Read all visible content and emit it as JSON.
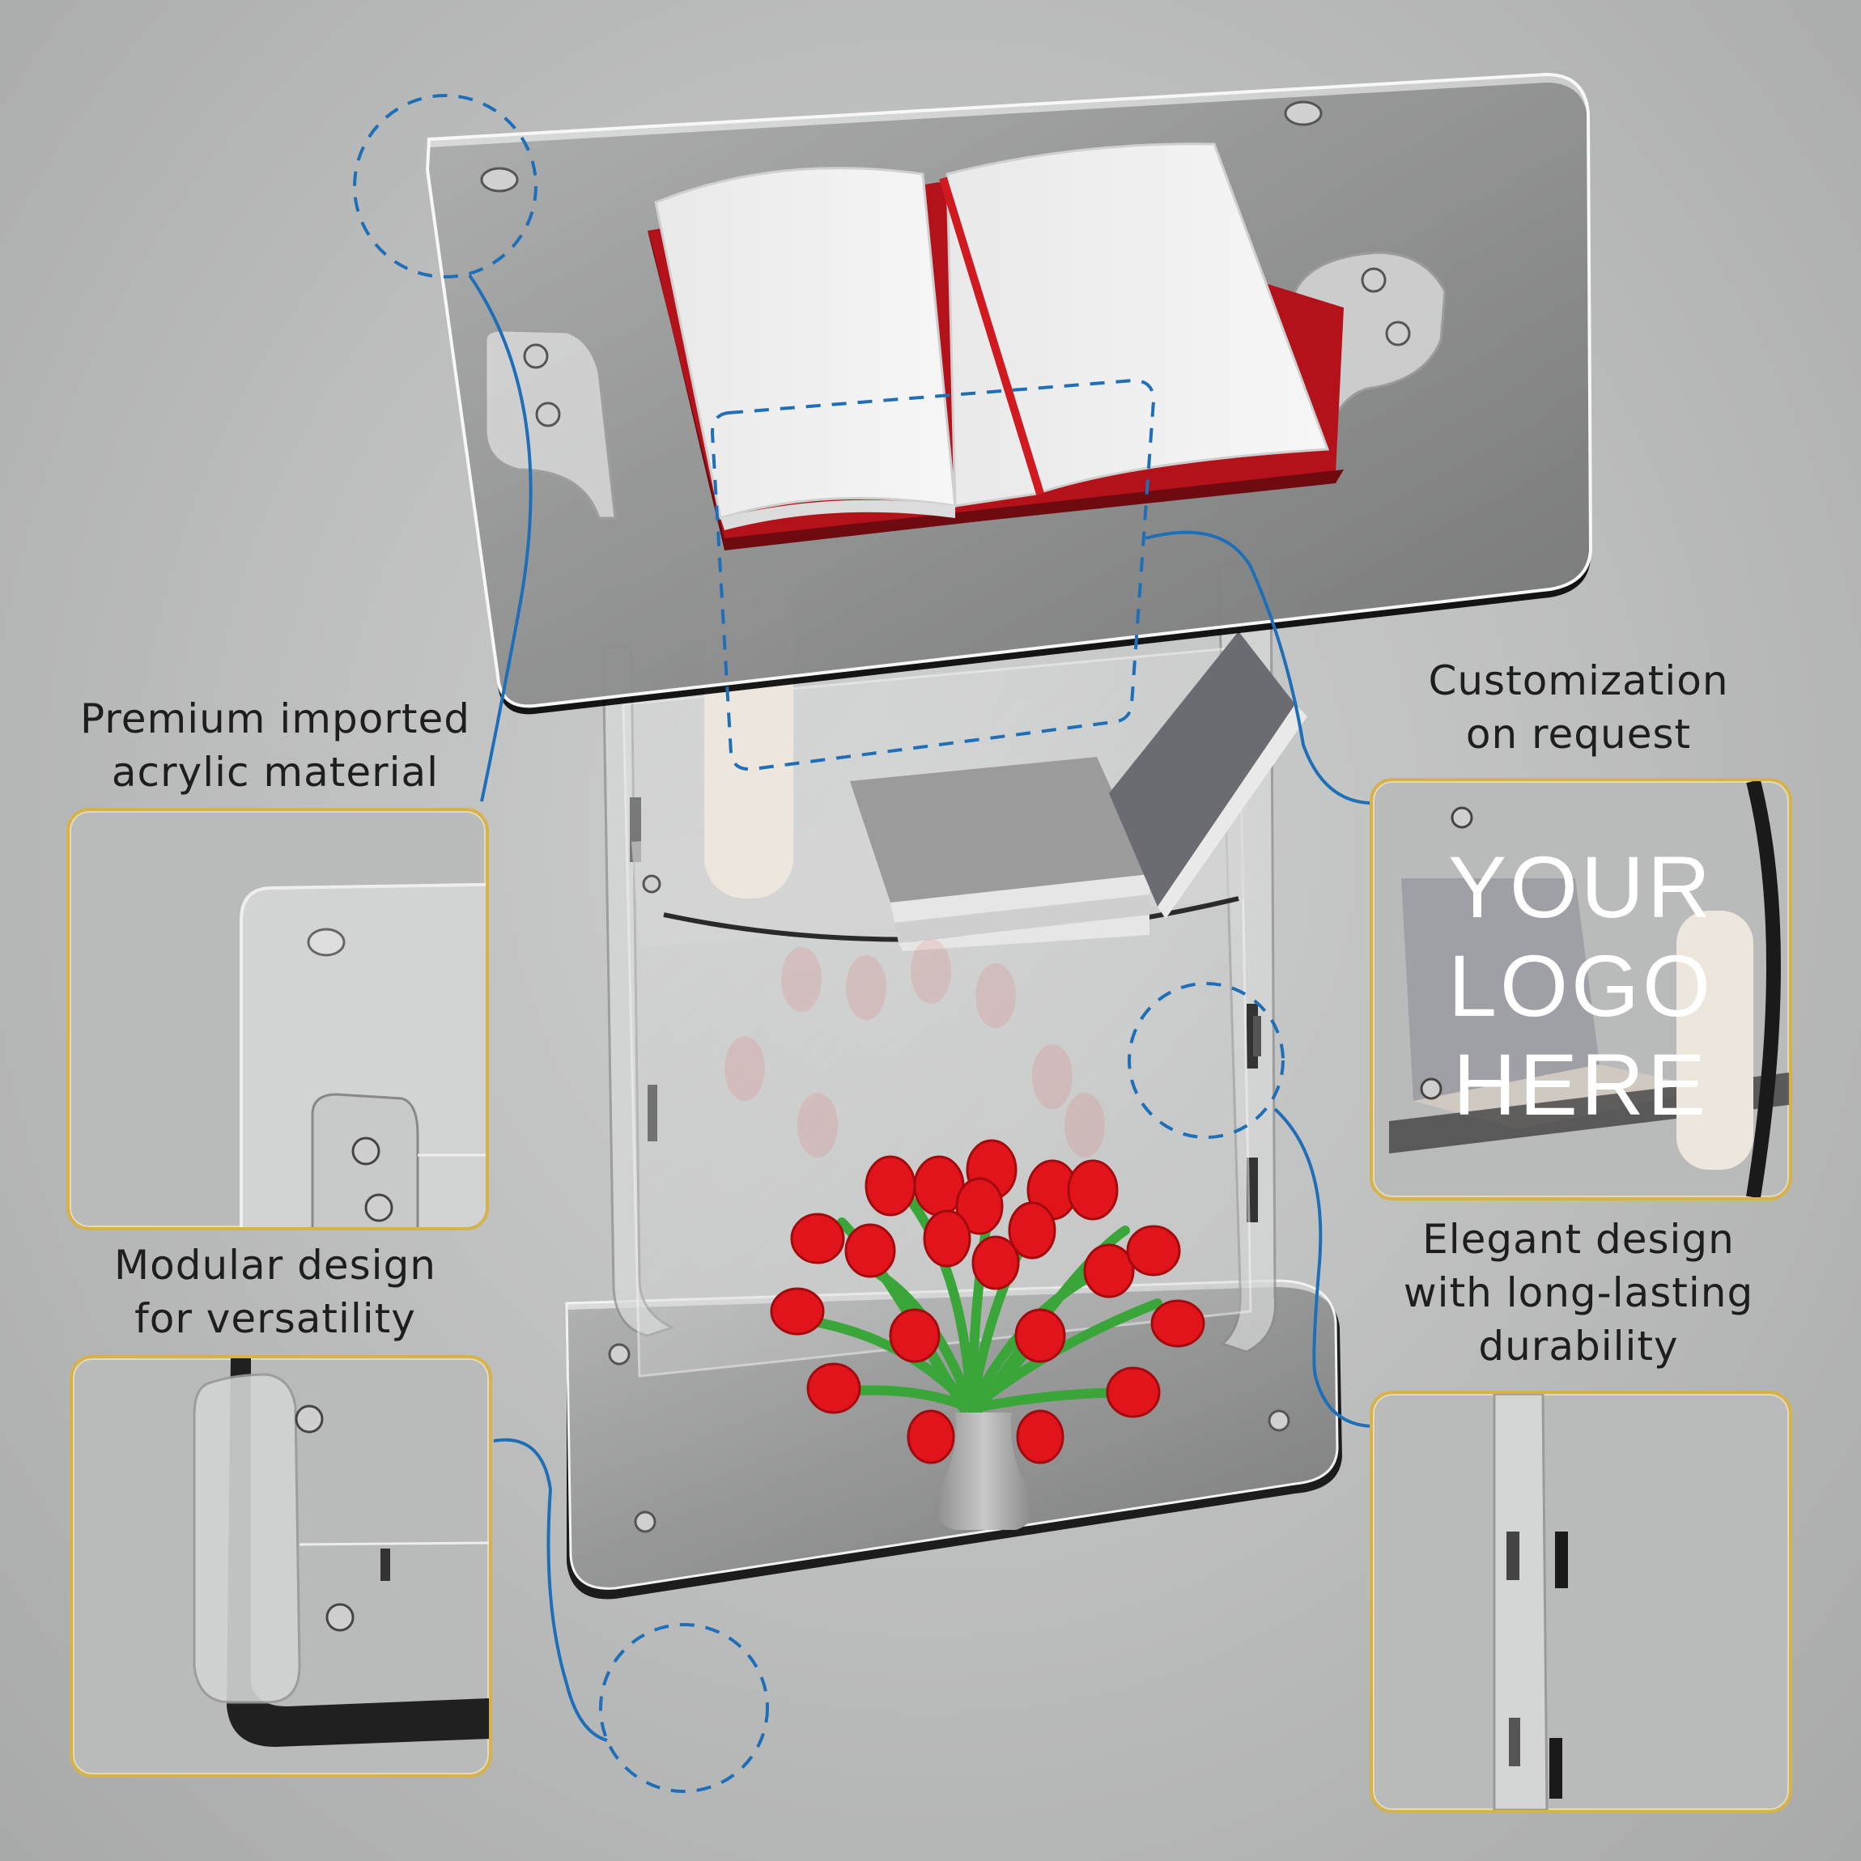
{
  "callouts": {
    "material": {
      "line1": "Premium imported",
      "line2": "acrylic material"
    },
    "modular": {
      "line1": "Modular design",
      "line2": "for versatility"
    },
    "custom": {
      "line1": "Customization",
      "line2": "on request"
    },
    "durable": {
      "line1": "Elegant design",
      "line2": "with long-lasting",
      "line3": "durability"
    }
  },
  "logo_placeholder": {
    "line1": "YOUR",
    "line2": "LOGO",
    "line3": "HERE"
  },
  "colors": {
    "background": "#bfc0c0",
    "inset_border": "#d6b24a",
    "callout_line": "#1f6fb8",
    "tulip": "#e0141a",
    "book_cover": "#b3121a"
  },
  "icons": [
    "screw-icon",
    "tulip-vase",
    "open-book",
    "book-stack",
    "cup"
  ]
}
